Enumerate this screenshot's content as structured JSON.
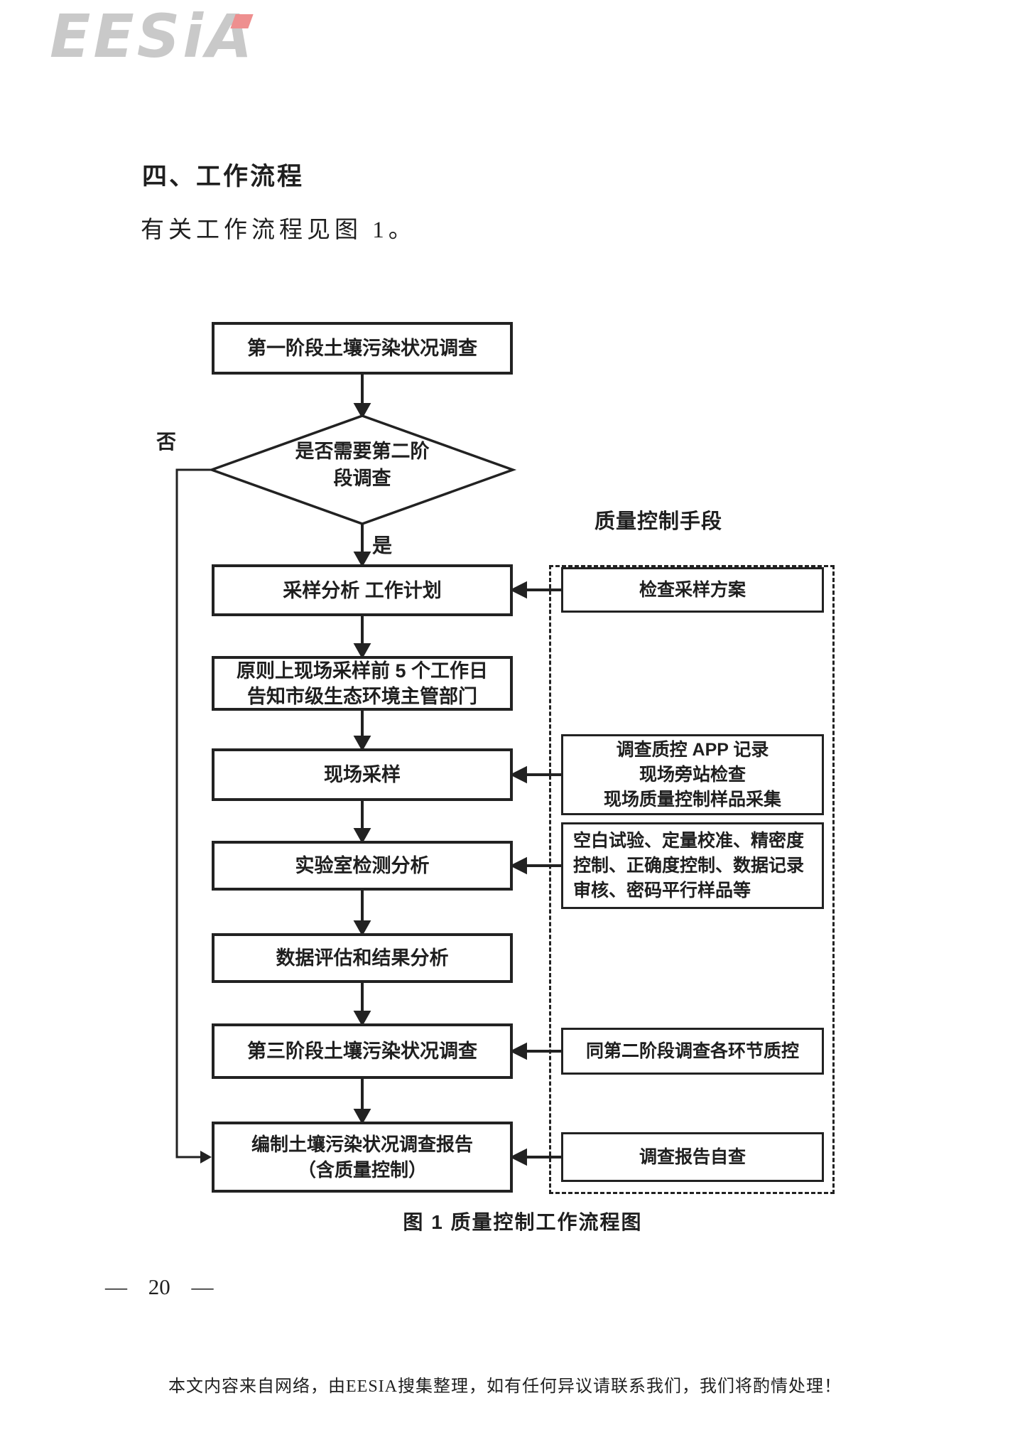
{
  "page": {
    "logo_text": "EESiA",
    "heading": "四、工作流程",
    "intro": "有关工作流程见图 1。",
    "figure_caption": "图 1 质量控制工作流程图",
    "page_number": "— 20 —",
    "disclaimer": "本文内容来自网络，由EESIA搜集整理，如有任何异议请联系我们，我们将酌情处理！"
  },
  "colors": {
    "line": "#222222",
    "logo_gray": "#c9c9c9",
    "logo_accent": "#ee8f8f"
  },
  "flowchart": {
    "qc_header": "质量控制手段",
    "decision": {
      "label": "是否需要第二阶\n段调查",
      "yes": "是",
      "no": "否"
    },
    "steps": [
      {
        "label": "第一阶段土壤污染状况调查"
      },
      {
        "label": "采样分析 工作计划"
      },
      {
        "label": "原则上现场采样前 5 个工作日\n告知市级生态环境主管部门"
      },
      {
        "label": "现场采样"
      },
      {
        "label": "实验室检测分析"
      },
      {
        "label": "数据评估和结果分析"
      },
      {
        "label": "第三阶段土壤污染状况调查"
      },
      {
        "label": "编制土壤污染状况调查报告\n（含质量控制）"
      }
    ],
    "qc_steps": [
      {
        "label": "检查采样方案"
      },
      {
        "label": "调查质控 APP 记录\n现场旁站检查\n现场质量控制样品采集"
      },
      {
        "label": "空白试验、定量校准、精密度控制、正确度控制、数据记录审核、密码平行样品等"
      },
      {
        "label": "同第二阶段调查各环节质控"
      },
      {
        "label": "调查报告自查"
      }
    ]
  }
}
